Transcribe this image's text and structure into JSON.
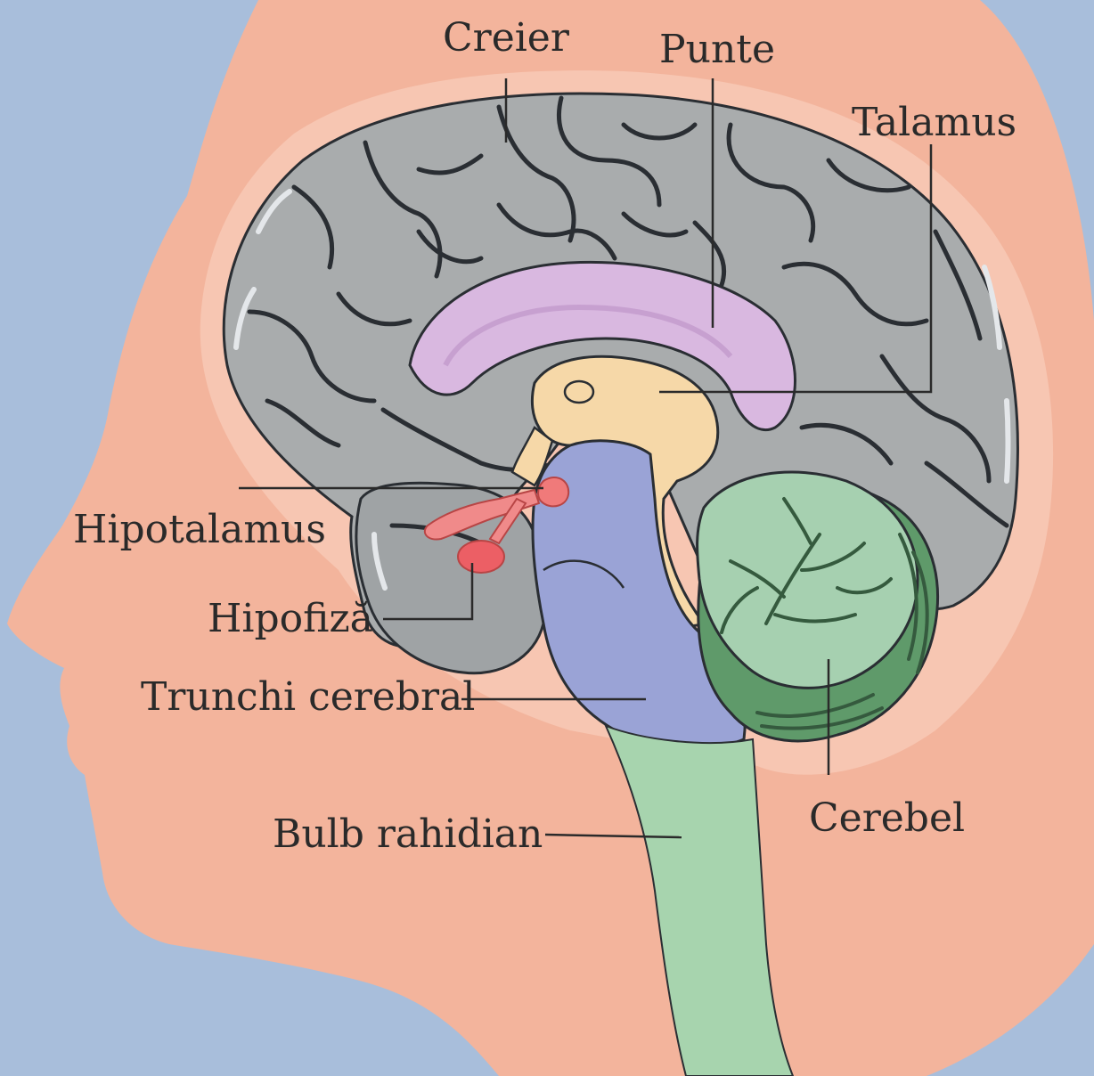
{
  "diagram": {
    "labels": {
      "creier": "Creier",
      "punte": "Punte",
      "talamus": "Talamus",
      "hipotalamus": "Hipotalamus",
      "hipofiza": "Hipofiză",
      "trunchi_cerebral": "Trunchi cerebral",
      "cerebel": "Cerebel",
      "bulb_rahidian": "Bulb rahidian"
    },
    "colors": {
      "background": "#a8bedb",
      "head": "#f3b49c",
      "cerebrum": "#a9acad",
      "corpus_callosum": "#d9b8e0",
      "thalamus": "#f6d8a8",
      "brainstem": "#9aa3d6",
      "medulla": "#a7d4ae",
      "cerebellum": "#a6d0b0",
      "hypothalamus": "#f07a7a"
    }
  }
}
